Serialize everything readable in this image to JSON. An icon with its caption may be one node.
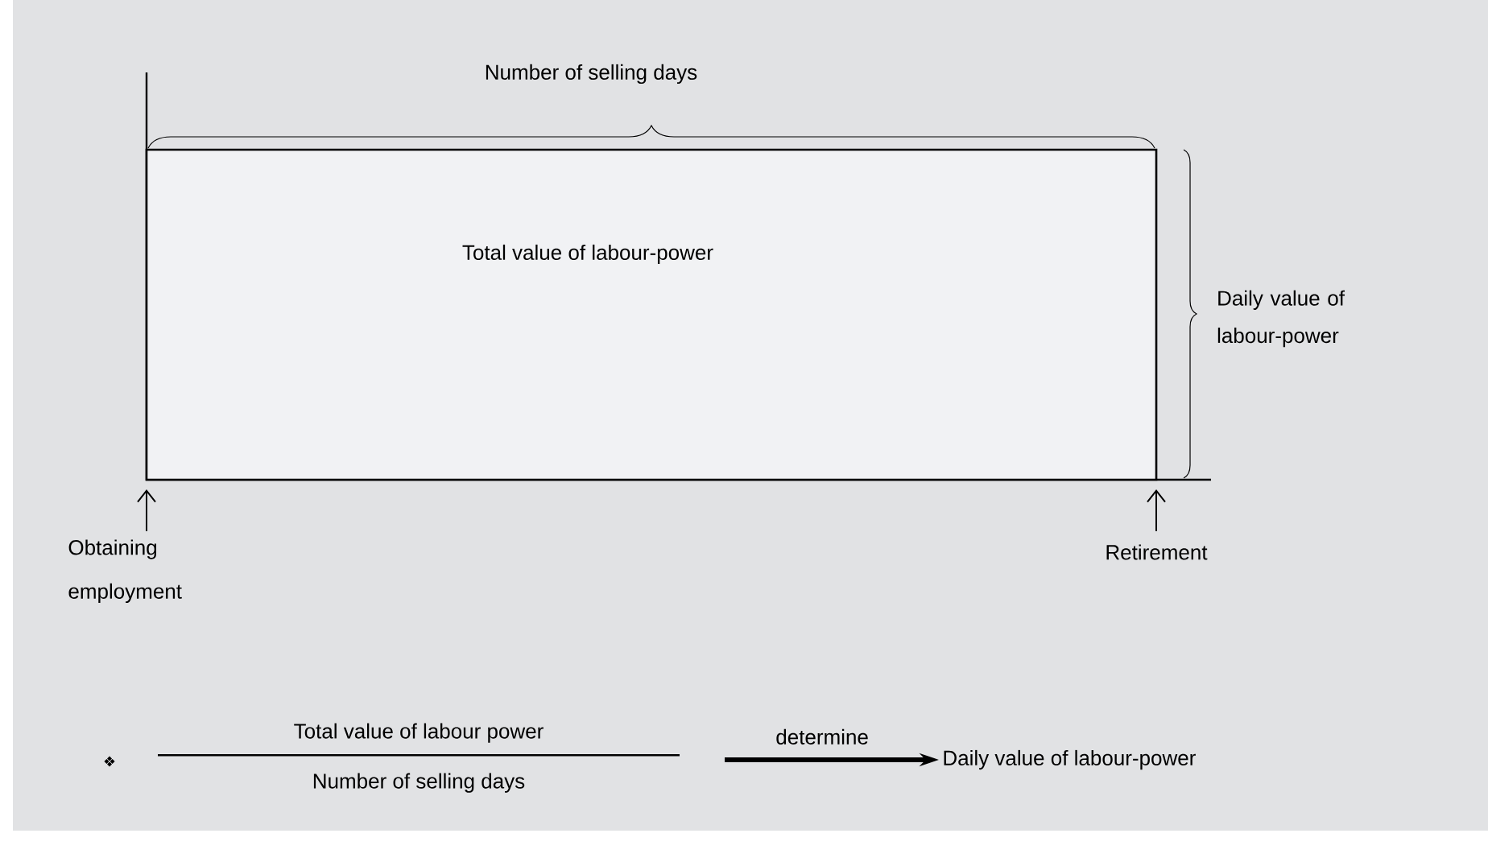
{
  "diagram": {
    "nodes": [
      {
        "text": [
          "Total value of labour-power"
        ]
      },
      {
        "text": [
          "Obtaining employment"
        ]
      },
      {
        "text": [
          "Retirement"
        ]
      },
      {
        "text": [
          "Total value of labour power",
          "Number of selling days"
        ]
      },
      {
        "text": [
          "Daily value of labour-power"
        ]
      }
    ],
    "edges": [
      {
        "from": 1,
        "to": 0,
        "arrow": "to"
      },
      {
        "from": 2,
        "to": 0,
        "arrow": "to"
      },
      {
        "from": 3,
        "to": 4,
        "arrow": "to",
        "label": "determine",
        "style": "thick"
      }
    ],
    "labels": [
      "Number of selling days",
      "Daily value of labour-power",
      "❖"
    ]
  }
}
